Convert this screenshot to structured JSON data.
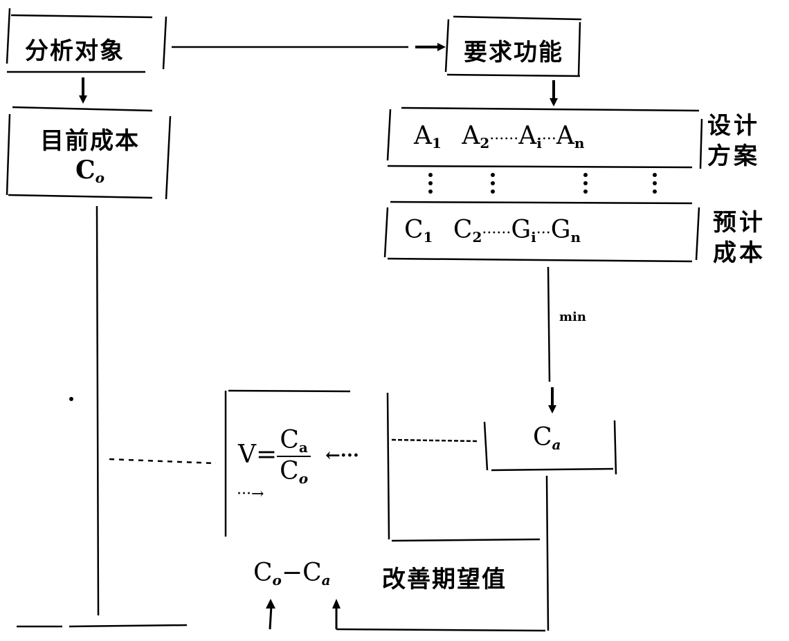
{
  "nodes": {
    "analysis_object": "分析对象",
    "required_function": "要求功能",
    "current_cost": {
      "title": "目前成本",
      "symbol": "C",
      "sub": "o"
    },
    "design_alternatives": {
      "side_label_line1": "设计",
      "side_label_line2": "方案",
      "items": [
        {
          "symbol": "A",
          "sub": "1",
          "sep": ""
        },
        {
          "symbol": "A",
          "sub": "2",
          "sep": "······"
        },
        {
          "symbol": "A",
          "sub": "i",
          "sep": "···"
        },
        {
          "symbol": "A",
          "sub": "n",
          "sep": ""
        }
      ]
    },
    "estimated_cost": {
      "side_label_line1": "预计",
      "side_label_line2": "成本",
      "items": [
        {
          "symbol": "C",
          "sub": "1",
          "sep": ""
        },
        {
          "symbol": "C",
          "sub": "2",
          "sep": "······"
        },
        {
          "symbol": "G",
          "sub": "i",
          "sep": "···"
        },
        {
          "symbol": "G",
          "sub": "n",
          "sep": ""
        }
      ]
    },
    "min_label": "min",
    "target_cost": {
      "symbol": "C",
      "sub": "a"
    },
    "value_formula": {
      "lhs": "V",
      "eq": "=",
      "num_symbol": "C",
      "num_sub": "a",
      "den_symbol": "C",
      "den_sub": "o",
      "arrow_from_right": "←···",
      "arrow_from_left": "···→"
    },
    "improvement": {
      "expr_left": "C",
      "expr_left_sub": "o",
      "minus": "−",
      "expr_right": "C",
      "expr_right_sub": "a",
      "label": "改善期望值"
    }
  }
}
